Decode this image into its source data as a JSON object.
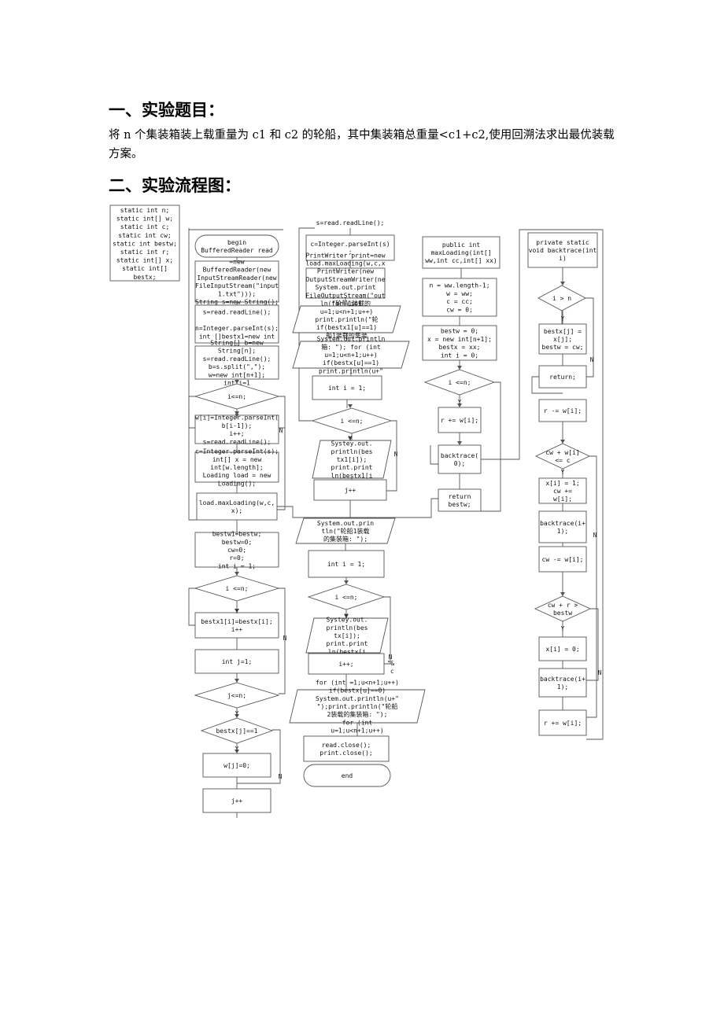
{
  "heading1": "一、实验题目：",
  "problem": "将 n 个集装箱装上载重量为 c1 和 c2 的轮船，其中集装箱总重量<c1+c2,使用回溯法求出最优装载方案。",
  "heading2": "二、实验流程图：",
  "flowchart": {
    "globals": [
      "static int n;",
      "static int[] w;",
      "static int c;",
      "static int cw;",
      "static int bestw;",
      "static int r;",
      "static int[] x;",
      "static int[]",
      "bestx;"
    ],
    "main": [
      {
        "lines": [
          "begin",
          "BufferedReader read"
        ]
      },
      {
        "lines": [
          "=new",
          "BufferedReader(new",
          "InputStreamReader(new",
          "FileInputStream(\"input",
          "1.txt\")));",
          "String s=new String();"
        ]
      },
      {
        "lines": [
          "s=read.readLine();",
          "",
          "n=Integer.parseInt(s);",
          "int []bestx1=new int"
        ]
      },
      {
        "lines": [
          "String[] b=new",
          "String[n];",
          "s=read.readLine();",
          "b=s.split(\",\");",
          "w=new int[n+1];",
          "int i=1"
        ]
      },
      {
        "lines": [
          "i<=n;"
        ]
      },
      {
        "lines": [
          "w[i]=Integer.parseInt(",
          "b[i-1]);",
          "i++;",
          "s=read.readLine();"
        ]
      },
      {
        "lines": [
          "c=Integer.parseInt(s);",
          "int[] x = new",
          "int[w.length];",
          "Loading load = new",
          "Loading();"
        ]
      },
      {
        "lines": [
          "load.maxLoading(w,c,",
          "x);"
        ]
      },
      {
        "lines": [
          "bestw1=bestw;",
          "bestw=0;",
          "cw=0;",
          "r=0;",
          "int i = 1;"
        ]
      },
      {
        "lines": [
          "i <=n;"
        ]
      },
      {
        "lines": [
          "bestx1[i]=bestx[i];",
          "i++"
        ]
      },
      {
        "lines": [
          "int j=1;"
        ]
      },
      {
        "lines": [
          "j<=n;"
        ]
      },
      {
        "lines": [
          "bestx[j]==1"
        ]
      },
      {
        "lines": [
          "w[j]=0;"
        ]
      },
      {
        "lines": [
          "j++"
        ]
      }
    ],
    "middle": [
      {
        "lines": [
          "s=read.readLine();"
        ]
      },
      {
        "lines": [
          "c=Integer.parseInt(s)",
          ";"
        ]
      },
      {
        "lines": [
          "PrintWriter print=new",
          "load.maxLoading(w,c,x",
          "PrintWriter(new",
          "OutputStreamWriter(ne",
          "System.out.print",
          "FileOutputStream(\"out",
          "ln(\"轮船1装载的",
          "集装箱:\"));"
        ]
      },
      {
        "lines": [
          "for (int",
          "u=1;u<n+1;u++)",
          "print.println(\"轮",
          "if(bestx1[u]==1)",
          "船1装载的集装"
        ]
      },
      {
        "lines": [
          "System.out.println",
          "箱: \"); for (int",
          "u=1;u<n+1;u++)",
          "if(bestx[u]==1)",
          "print.println(u+\""
        ]
      },
      {
        "lines": [
          "int i = 1;"
        ]
      },
      {
        "lines": [
          "i <=n;"
        ]
      },
      {
        "lines": [
          "Systey.out.",
          "println(bes",
          "tx1[i]);",
          "print.print",
          "ln(bestx1[i"
        ]
      },
      {
        "lines": [
          "j++"
        ]
      },
      {
        "lines": [
          "System.out.prin",
          "tln(\"轮船1装载",
          "的集装箱: \");"
        ]
      },
      {
        "lines": [
          "int i = 1;"
        ]
      },
      {
        "lines": [
          "i <=n;"
        ]
      },
      {
        "lines": [
          "Systey.out.",
          "println(bes",
          "tx[i]);",
          "print.print",
          "ln(bestx[i"
        ]
      },
      {
        "lines": [
          "i++;"
        ]
      },
      {
        "lines": [
          "for (int =1;u<n+1;u++)",
          "if(bestx[u]==0)",
          "System.out.println(u+\"",
          "\");print.println(\"轮船",
          "2装载的集装箱: \");",
          "for (int",
          "u=1;u<n+1;u++)"
        ]
      },
      {
        "lines": [
          "read.close();",
          "print.close();"
        ]
      },
      {
        "lines": [
          "end"
        ]
      }
    ],
    "maxloading": [
      {
        "lines": [
          "public   int",
          "maxLoading(int[]",
          "ww,int cc,int[] xx)"
        ]
      },
      {
        "lines": [
          "n = ww.length-1;",
          "w = ww;",
          "c = cc;",
          "cw = 0;"
        ]
      },
      {
        "lines": [
          "bestw = 0;",
          "x = new int[n+1];",
          "bestx = xx;",
          "int i = 0;"
        ]
      },
      {
        "lines": [
          "i <=n;"
        ]
      },
      {
        "lines": [
          "r += w[i];"
        ]
      },
      {
        "lines": [
          "backtrace(",
          "0);"
        ]
      },
      {
        "lines": [
          "return",
          "bestw;"
        ]
      }
    ],
    "backtrace": [
      {
        "lines": [
          "private static",
          "void backtrace(int",
          "i)"
        ]
      },
      {
        "lines": [
          "i > n"
        ]
      },
      {
        "lines": [
          "bestx[j] =",
          "x[j];",
          "bestw = cw;"
        ]
      },
      {
        "lines": [
          "return;"
        ]
      },
      {
        "lines": [
          "r -= w[i];"
        ]
      },
      {
        "lines": [
          "cw + w[i]",
          "<= c"
        ]
      },
      {
        "lines": [
          "x[i] = 1;",
          "cw +=",
          "w[i];"
        ]
      },
      {
        "lines": [
          "backtrace(i+",
          "1);"
        ]
      },
      {
        "lines": [
          "cw -= w[i];"
        ]
      },
      {
        "lines": [
          "cw + r >",
          "bestw"
        ]
      },
      {
        "lines": [
          "x[i] = 0;"
        ]
      },
      {
        "lines": [
          "backtrace(i+",
          "1);"
        ]
      },
      {
        "lines": [
          "r += w[i];"
        ]
      }
    ],
    "branch_labels": {
      "yes": "Y",
      "no": "N"
    },
    "stray_marks": [
      "\"&",
      "c"
    ]
  }
}
